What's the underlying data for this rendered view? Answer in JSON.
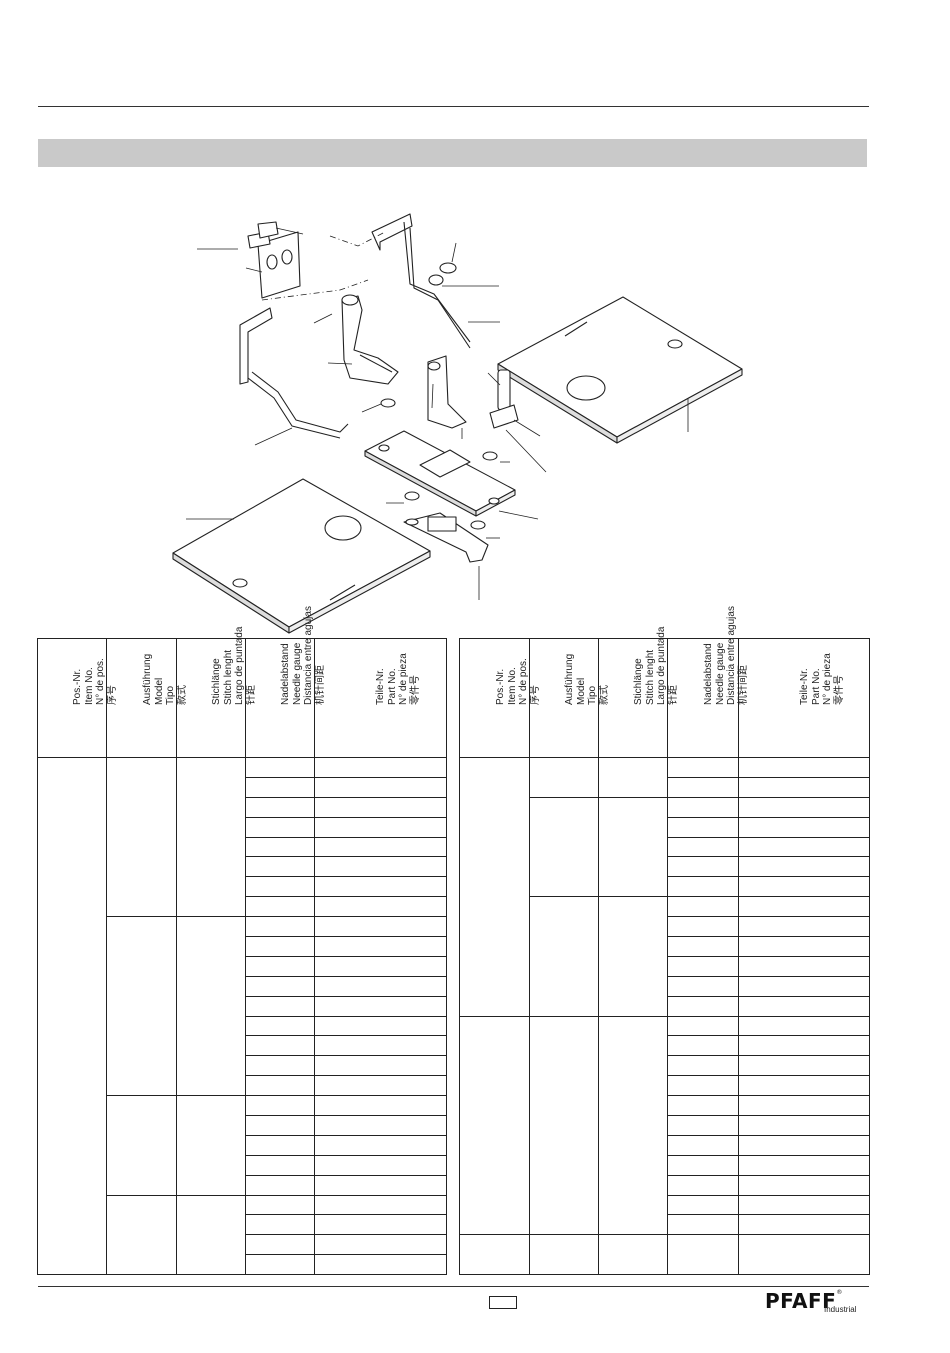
{
  "header_columns": [
    {
      "lines": [
        "Pos.-Nr.",
        "Item No.",
        "N° de pos.",
        "序号"
      ]
    },
    {
      "lines": [
        "Ausführung",
        "Model",
        "Tipo",
        "款式"
      ]
    },
    {
      "lines": [
        "Stichlänge",
        "Stitch lenght",
        "Largo de puntada",
        "针距"
      ]
    },
    {
      "lines": [
        "Nadelabstand",
        "Needle gauge",
        "Distancia entre agujas",
        "机针间距"
      ]
    },
    {
      "lines": [
        "Teile-Nr.",
        "Part No.",
        "N° de pieza",
        "零件号"
      ]
    }
  ],
  "footer": {
    "brand": "PFAFF",
    "registered": "®",
    "brand_sub": "Industrial"
  }
}
